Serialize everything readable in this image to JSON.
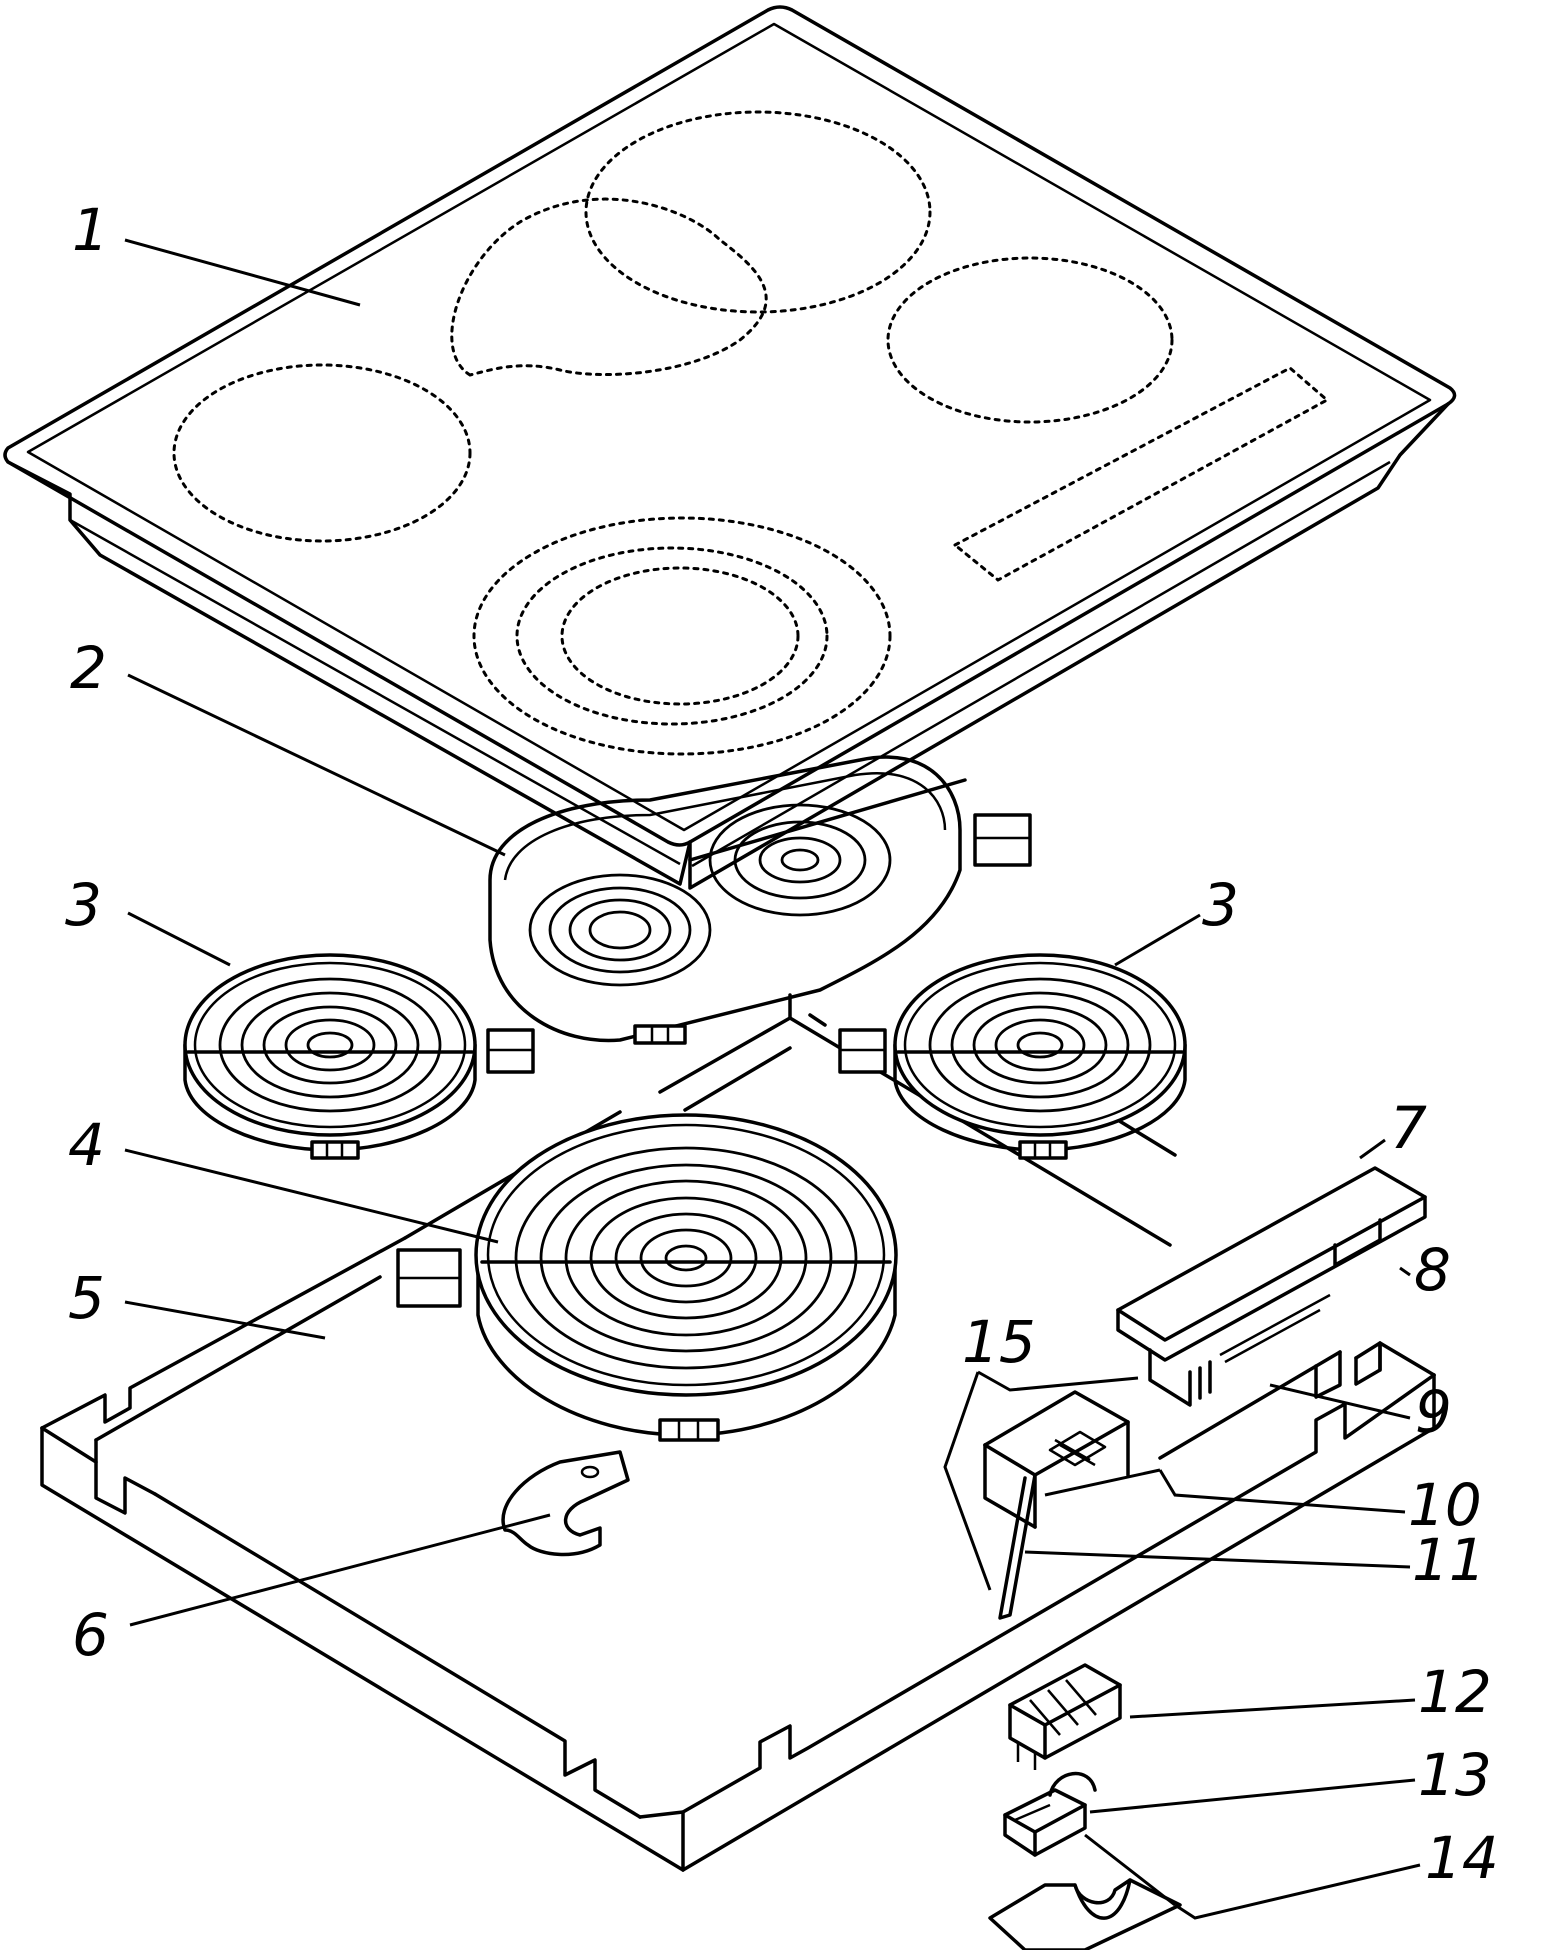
{
  "labels": [
    {
      "id": "1",
      "text": "1"
    },
    {
      "id": "2",
      "text": "2"
    },
    {
      "id": "3a",
      "text": "3"
    },
    {
      "id": "3b",
      "text": "3"
    },
    {
      "id": "4",
      "text": "4"
    },
    {
      "id": "5",
      "text": "5"
    },
    {
      "id": "6",
      "text": "6"
    },
    {
      "id": "7",
      "text": "7"
    },
    {
      "id": "8",
      "text": "8"
    },
    {
      "id": "9",
      "text": "9"
    },
    {
      "id": "10",
      "text": "10"
    },
    {
      "id": "11",
      "text": "11"
    },
    {
      "id": "12",
      "text": "12"
    },
    {
      "id": "13",
      "text": "13"
    },
    {
      "id": "14",
      "text": "14"
    },
    {
      "id": "15",
      "text": "15"
    }
  ]
}
